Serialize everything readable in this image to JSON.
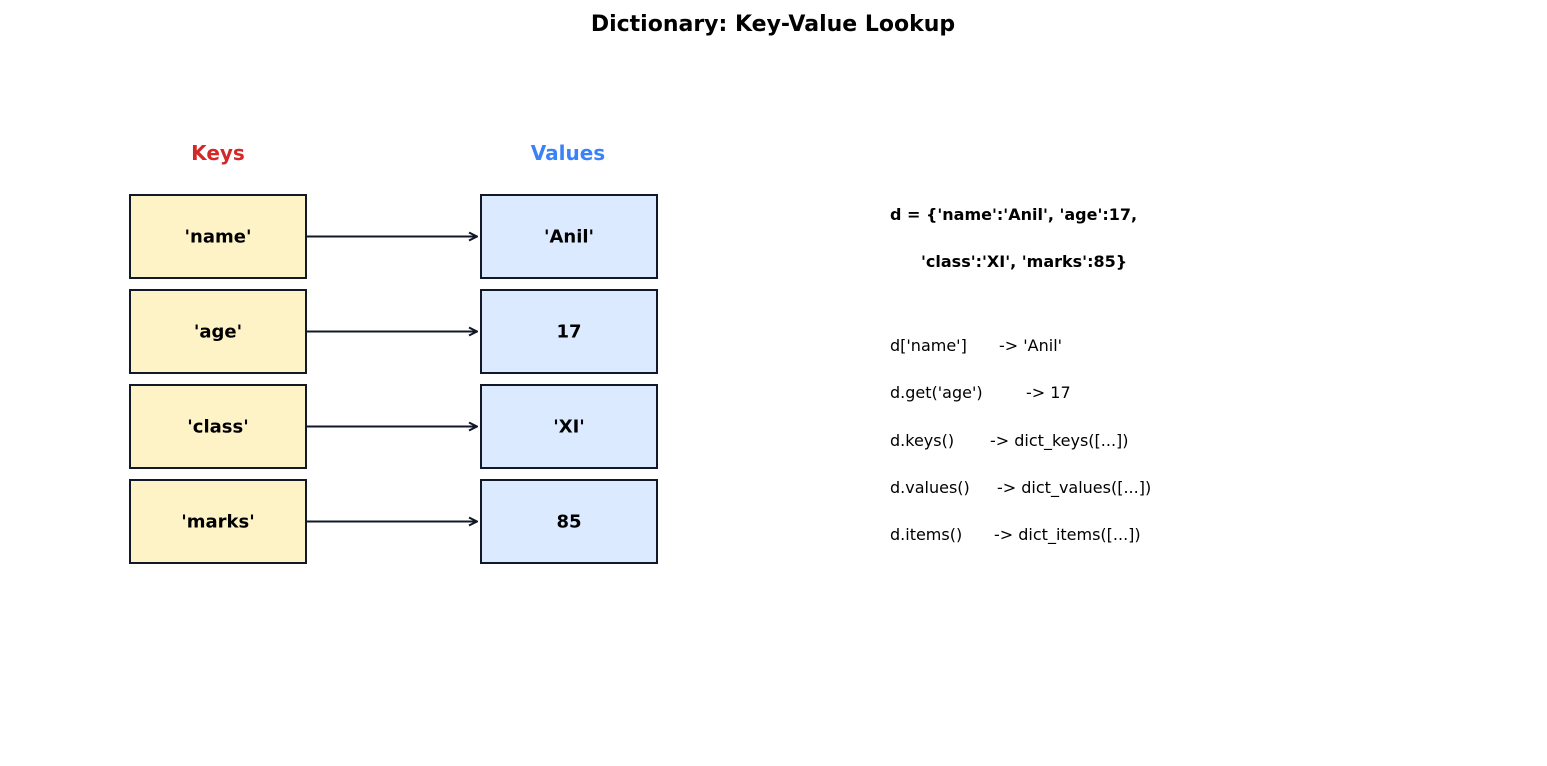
{
  "title": "Dictionary: Key-Value Lookup",
  "colors": {
    "keys_header": "#d62728",
    "values_header": "#3b82f6",
    "key_fill": "#fef3c7",
    "value_fill": "#dbeafe",
    "border": "#111827"
  },
  "keys_header": "Keys",
  "values_header": "Values",
  "pairs": [
    {
      "key": "'name'",
      "value": "'Anil'"
    },
    {
      "key": "'age'",
      "value": "17"
    },
    {
      "key": "'class'",
      "value": "'XI'"
    },
    {
      "key": "'marks'",
      "value": "85"
    }
  ],
  "code": {
    "definition": [
      "d = {'name':'Anil', 'age':17,",
      "'class':'XI', 'marks':85}"
    ],
    "examples": [
      {
        "expr": "d['name']",
        "result": "-> 'Anil'"
      },
      {
        "expr": "d.get('age')",
        "result": "-> 17"
      },
      {
        "expr": "d.keys()",
        "result": "-> dict_keys([...])"
      },
      {
        "expr": "d.values()",
        "result": "-> dict_values([...])"
      },
      {
        "expr": "d.items()",
        "result": "-> dict_items([...])"
      }
    ]
  }
}
